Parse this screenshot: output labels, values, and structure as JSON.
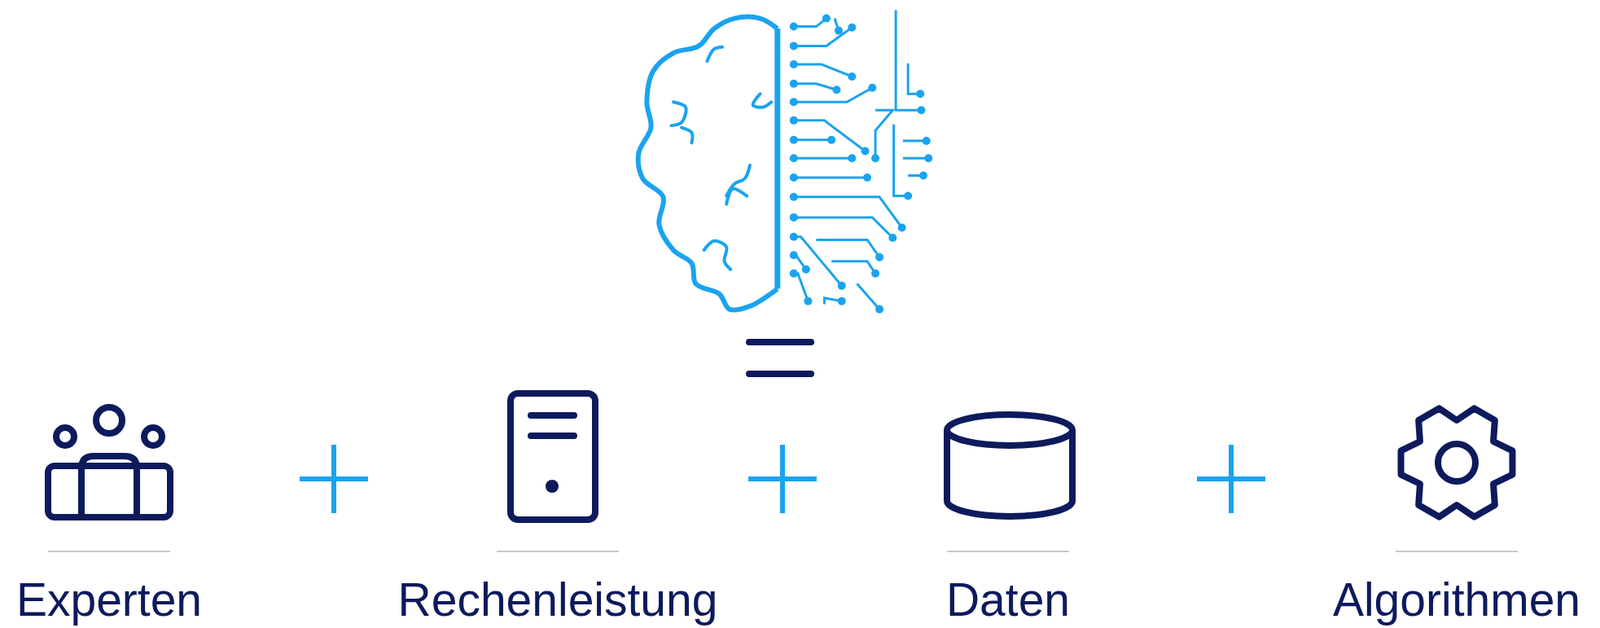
{
  "diagram": {
    "labels": [
      "Experten",
      "Rechenleistung",
      "Daten",
      "Algorithmen"
    ]
  }
}
